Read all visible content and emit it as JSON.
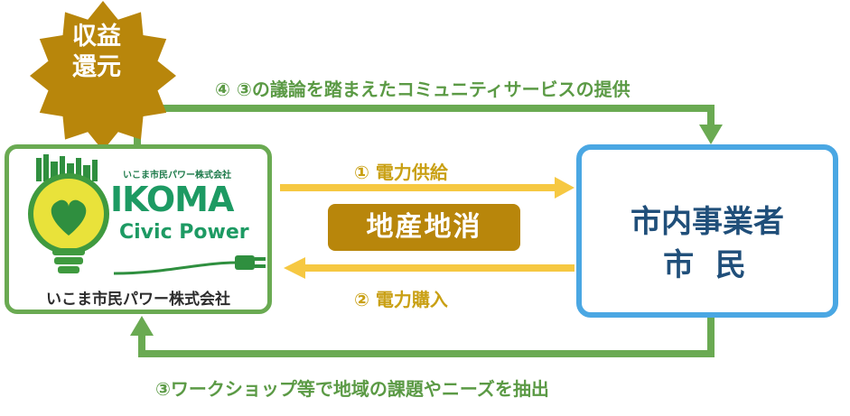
{
  "revenue_return": {
    "line1": "収益",
    "line2": "還元"
  },
  "top_arrow_label": "④ ③の議論を踏まえたコミュニティサービスの提供",
  "supply_label": "① 電力供給",
  "purchase_label": "② 電力購入",
  "bottom_arrow_label": "③ワークショップ等で地域の課題やニーズを抽出",
  "local_badge": "地産地消",
  "company": {
    "logo_small": "いこま市民パワー株式会社",
    "logo_main": "IKOMA",
    "logo_sub": "Civic Power",
    "name": "いこま市民パワー株式会社"
  },
  "citizens": {
    "line1": "市内事業者",
    "line2": "市 民"
  },
  "colors": {
    "green": "#6aaa52",
    "gold_arrow": "#f6c842",
    "gold_text": "#c9a014",
    "badge": "#b8860b",
    "star": "#b8860b",
    "blue_border": "#4aa7e3",
    "navy_text": "#204f7a"
  }
}
